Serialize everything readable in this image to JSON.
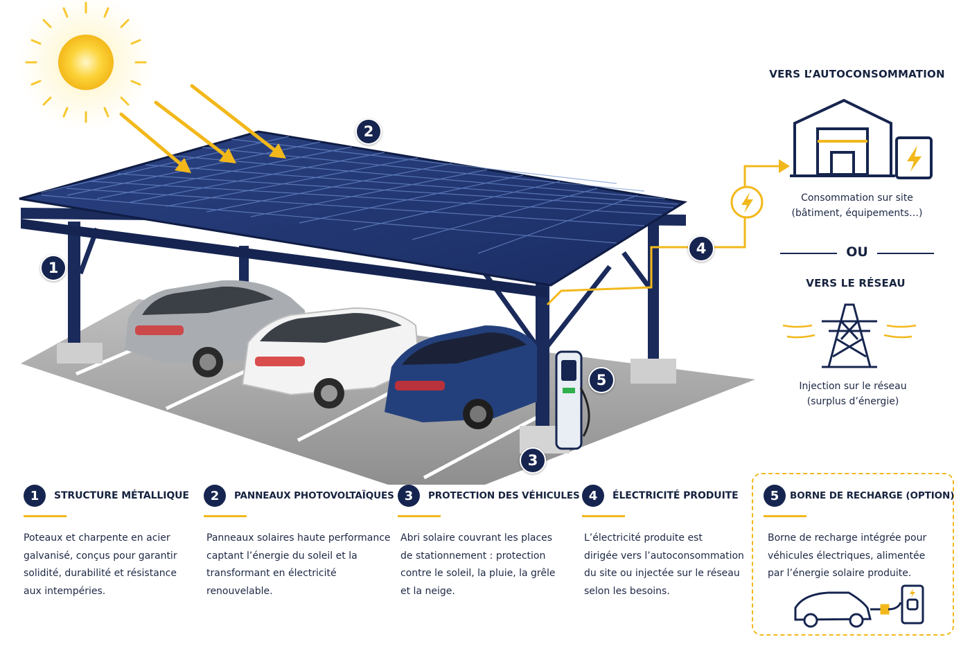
{
  "colors": {
    "navy": "#16254f",
    "accent": "#f2b81b",
    "panel": "#22366f",
    "sun": "#f7c21d"
  },
  "markers": [
    "1",
    "2",
    "3",
    "4",
    "5"
  ],
  "right_panel": {
    "self_title": "VERS L’AUTOCONSOMMATION",
    "self_text_1": "Consommation sur site",
    "self_text_2": "(bâtiment, équipements…)",
    "or_label": "OU",
    "grid_title": "VERS LE RÉSEAU",
    "grid_text_1": "Injection sur le réseau",
    "grid_text_2": "(surplus d’énergie)",
    "icons": [
      "building-icon",
      "lightning-box-icon",
      "lightning-circle-icon",
      "power-pylon-icon"
    ]
  },
  "columns": [
    {
      "num": "1",
      "title": "STRUCTURE MÉTALLIQUE",
      "lines": [
        "Poteaux et charpente en acier",
        "galvanisé, conçus pour garantir",
        "solidité, durabilité et résistance",
        "aux intempéries."
      ]
    },
    {
      "num": "2",
      "title": "PANNEAUX PHOTOVOLTAÏQUES",
      "lines": [
        "Panneaux solaires haute performance",
        "captant l’énergie du soleil et la",
        "transformant en électricité",
        "renouvelable."
      ]
    },
    {
      "num": "3",
      "title": "PROTECTION DES VÉHICULES",
      "lines": [
        "Abri solaire couvrant les places",
        "de stationnement : protection",
        "contre le soleil, la pluie, la grêle",
        "et la neige."
      ]
    },
    {
      "num": "4",
      "title": "ÉLECTRICITÉ PRODUITE",
      "lines": [
        "L’électricité produite est",
        "dirigée vers l’autoconsommation",
        "du site ou injectée sur le réseau",
        "selon les besoins."
      ]
    },
    {
      "num": "5",
      "title": "BORNE DE RECHARGE (OPTION)",
      "lines": [
        "Borne de recharge intégrée pour",
        "véhicules électriques, alimentée",
        "par l’énergie solaire produite."
      ]
    }
  ],
  "option_icons": [
    "electric-car-icon",
    "charging-plug-icon",
    "charging-station-icon"
  ]
}
